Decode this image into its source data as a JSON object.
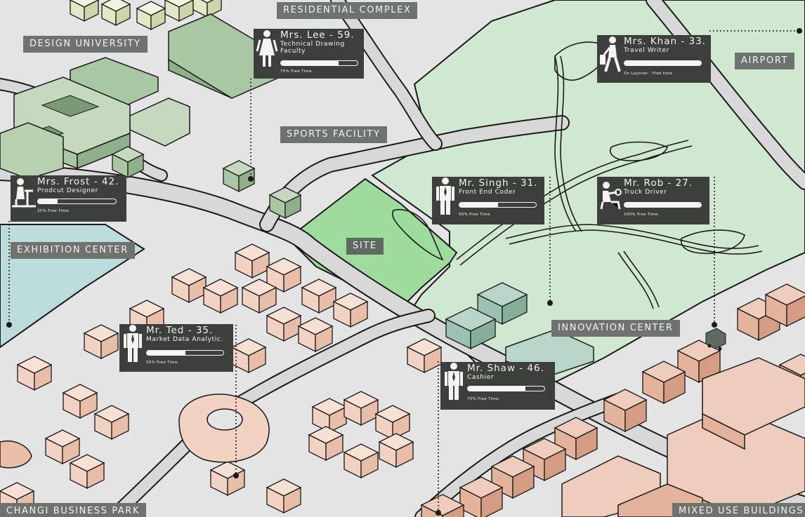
{
  "zones": [
    {
      "id": "residential",
      "label": "RESIDENTIAL COMPLEX"
    },
    {
      "id": "design_university",
      "label": "DESIGN UNIVERSITY"
    },
    {
      "id": "sports",
      "label": "SPORTS FACILITY"
    },
    {
      "id": "airport",
      "label": "AIRPORT"
    },
    {
      "id": "exhibition",
      "label": "EXHIBITION CENTER"
    },
    {
      "id": "site",
      "label": "SITE"
    },
    {
      "id": "innovation",
      "label": "INNOVATION CENTER"
    },
    {
      "id": "changi",
      "label": "CHANGI BUSINESS PARK"
    },
    {
      "id": "mixed_use",
      "label": "MIXED USE BUILDINGS"
    }
  ],
  "personas": [
    {
      "id": "lee",
      "name": "Mrs. Lee - 59.",
      "role_lines": [
        "Technical Drawing",
        "Faculty"
      ],
      "free_time": 0.75,
      "note": "75% Free Time.",
      "icon": "woman-icon"
    },
    {
      "id": "khan",
      "name": "Mrs. Khan - 33.",
      "role_lines": [
        "Travel Writer"
      ],
      "free_time": 1.0,
      "note": "On Layover - Free time",
      "icon": "traveler-icon"
    },
    {
      "id": "frost",
      "name": "Mrs. Frost - 42.",
      "role_lines": [
        "Prodcut Designer"
      ],
      "free_time": 0.25,
      "note": "25% Free Time.",
      "icon": "desk-worker-icon"
    },
    {
      "id": "singh",
      "name": "Mr. Singh - 31.",
      "role_lines": [
        "Front End Coder"
      ],
      "free_time": 0.5,
      "note": "50% Free Time.",
      "icon": "man-icon"
    },
    {
      "id": "rob",
      "name": "Mr. Rob - 27.",
      "role_lines": [
        "Truck Driver"
      ],
      "free_time": 1.0,
      "note": "100% Free Time.",
      "icon": "driver-icon"
    },
    {
      "id": "ted",
      "name": "Mr. Ted - 35.",
      "role_lines": [
        "Market Data Analytic."
      ],
      "free_time": 0.5,
      "note": "50% Free Time.",
      "icon": "man-icon"
    },
    {
      "id": "shaw",
      "name": "Mr. Shaw - 46.",
      "role_lines": [
        "Cashier"
      ],
      "free_time": 0.75,
      "note": "75% Free Time.",
      "icon": "man-icon"
    }
  ],
  "colors": {
    "background": "#e4e4e4",
    "park_green": "#cfe8cf",
    "site_green": "#9edc9e",
    "office_green": "#a9c7a3",
    "innovation_teal": "#9bc2b0",
    "exhibition_teal": "#bcdcdc",
    "residential_peach": "#f2d3c3",
    "mixed_use_salmon": "#e4b39b",
    "road": "#d8d8d8",
    "outline": "#1a1a1a",
    "card": "#3c3f3c",
    "label": "#6e7370"
  }
}
